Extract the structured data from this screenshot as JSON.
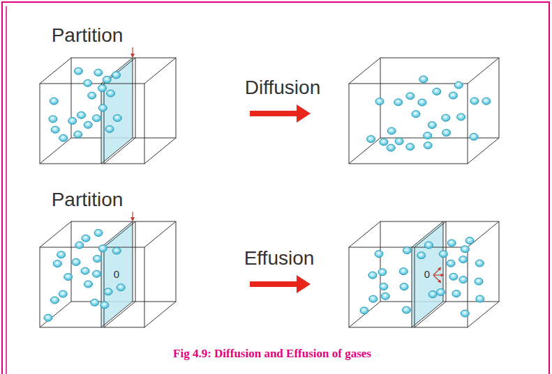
{
  "diagram": {
    "caption": "Fig 4.9: Diffusion and Effusion of gases",
    "labels": [
      "Partition",
      "Diffusion",
      "Partition",
      "Effusion",
      "0",
      "0"
    ]
  }
}
